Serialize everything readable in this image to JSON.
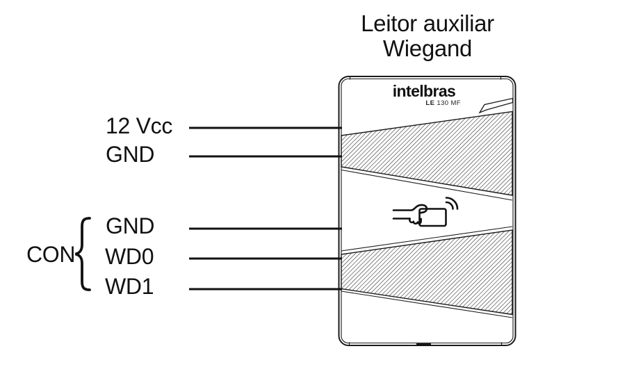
{
  "title": {
    "line1": "Leitor auxiliar",
    "line2": "Wiegand"
  },
  "device": {
    "brand": "intelbras",
    "model_prefix": "LE",
    "model_suffix": "130 MF"
  },
  "wiring": {
    "top_labels": [
      {
        "label": "12 Vcc"
      },
      {
        "label": "GND"
      }
    ],
    "connector_label": "CON",
    "con_labels": [
      {
        "label": "GND"
      },
      {
        "label": "WD0"
      },
      {
        "label": "WD1"
      }
    ]
  },
  "icons": {
    "reader_icon": "hand-presenting-card-with-rf-waves"
  },
  "colors": {
    "ink": "#111111",
    "background": "#ffffff"
  }
}
